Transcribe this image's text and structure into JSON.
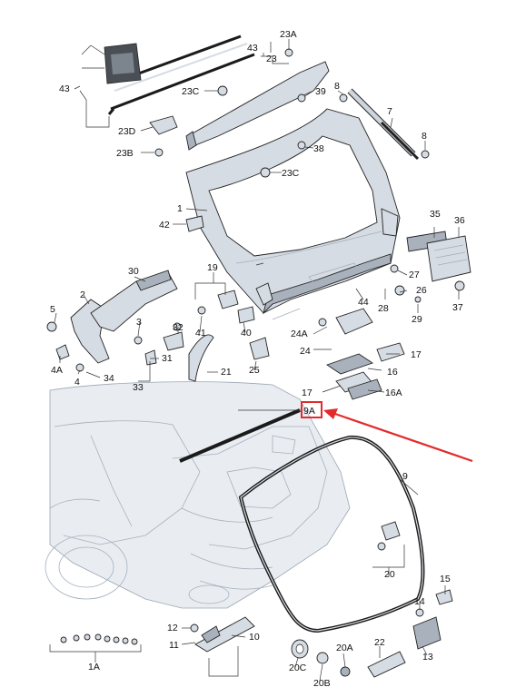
{
  "diagram": {
    "callouts": {
      "p1": "1",
      "p1a": "1A",
      "p2": "2",
      "p3": "3",
      "p4": "4",
      "p4a": "4A",
      "p5": "5",
      "p7": "7",
      "p8": "8",
      "p9": "9",
      "p9a": "9A",
      "p10": "10",
      "p11": "11",
      "p12": "12",
      "p13": "13",
      "p14": "14",
      "p15": "15",
      "p16": "16",
      "p16a": "16A",
      "p17": "17",
      "p17b": "17",
      "p20": "20",
      "p20a": "20A",
      "p20b": "20B",
      "p20c": "20C",
      "p21": "21",
      "p22": "22",
      "p23": "23",
      "p23a": "23A",
      "p23b": "23B",
      "p23c": "23C",
      "p23c2": "23C",
      "p23d": "23D",
      "p24": "24",
      "p24a": "24A",
      "p25": "25",
      "p26": "26",
      "p27": "27",
      "p28": "28",
      "p29": "29",
      "p30": "30",
      "p31": "31",
      "p32": "32",
      "p33": "33",
      "p34": "34",
      "p35": "35",
      "p36": "36",
      "p37": "37",
      "p38": "38",
      "p39": "39",
      "p40": "40",
      "p41": "41",
      "p42": "42",
      "p43": "43",
      "p43b": "43",
      "p44": "44"
    },
    "highlight": {
      "label": "9A",
      "color": "#e32b2b"
    },
    "colors": {
      "part_fill": "#d6dce3",
      "body_ghost": "#e9edf2",
      "line": "#222222"
    }
  }
}
